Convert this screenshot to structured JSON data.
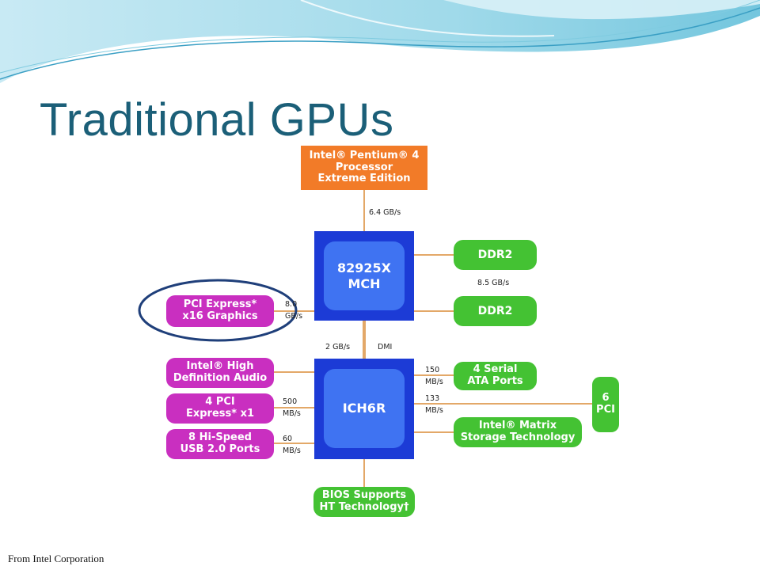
{
  "slide": {
    "title": "Traditional GPUs",
    "footer": "From Intel Corporation"
  },
  "diagram": {
    "cpu": "Intel® Pentium® 4\nProcessor\nExtreme Edition",
    "mch": "82925X\nMCH",
    "ich": "ICH6R",
    "ddr2_top": "DDR2",
    "ddr2_bottom": "DDR2",
    "pcie_graphics": "PCI Express*\nx16 Graphics",
    "hd_audio": "Intel® High\nDefinition Audio",
    "pcie_x1": "4 PCI\nExpress* x1",
    "usb": "8 Hi-Speed\nUSB 2.0 Ports",
    "sata": "4 Serial\nATA Ports",
    "matrix_storage": "Intel® Matrix\nStorage Technology",
    "pci": "6\nPCI",
    "bios": "BIOS Supports\nHT Technology†",
    "labels": {
      "cpu_mch": "6.4 GB/s",
      "ddr_bw": "8.5 GB/s",
      "pcie_bw": "8.0\nGB/s",
      "dmi_bw": "2 GB/s",
      "dmi": "DMI",
      "sata_bw": "150\nMB/s",
      "pci_bw": "133\nMB/s",
      "pcie_x1_bw": "500\nMB/s",
      "usb_bw": "60\nMB/s"
    }
  },
  "colors": {
    "title": "#1b5f78",
    "cpu": "#f27b28",
    "chip_outer": "#1c3bd6",
    "chip_inner": "#3f73f2",
    "green": "#44c233",
    "magenta": "#c92fc0",
    "bus": "#e3a868",
    "highlight_ellipse": "#1f3f7a"
  }
}
